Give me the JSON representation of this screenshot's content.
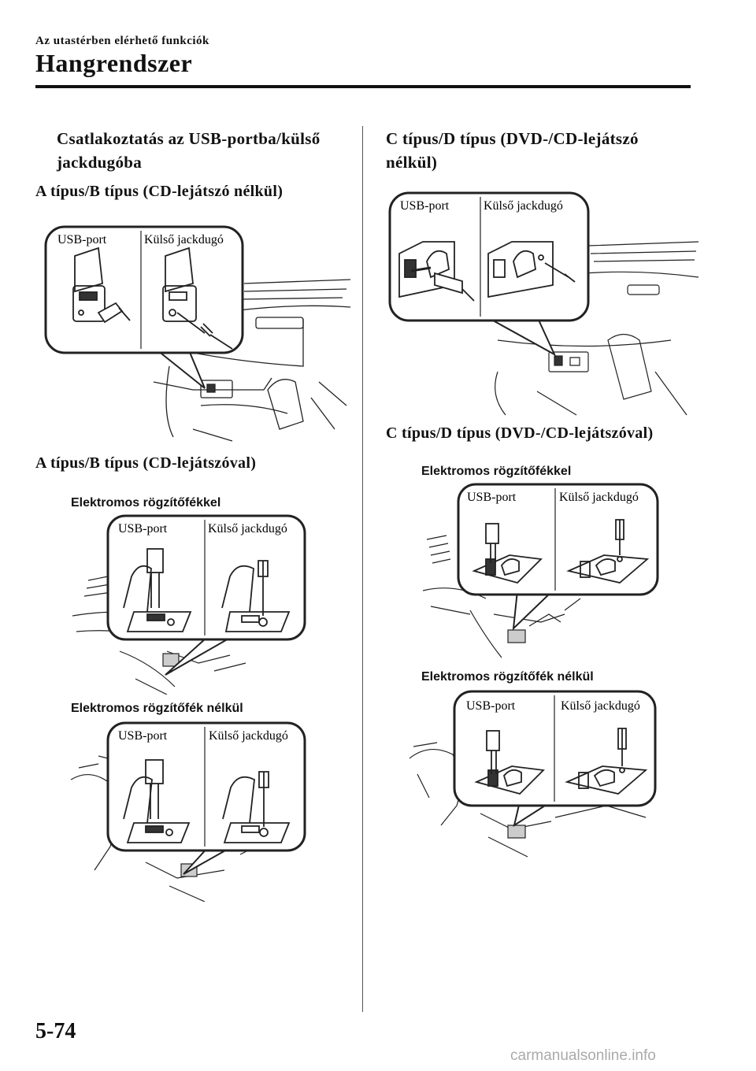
{
  "header": {
    "section": "Az utastérben elérhető funkciók",
    "title": "Hangrendszer"
  },
  "left": {
    "heading_line1": "Csatlakoztatás az USB-portba/külső",
    "heading_line2": "jackdugóba",
    "sub1": "A típus/B típus (CD-lejátszó nélkül)",
    "sub2": "A típus/B típus (CD-lejátszóval)",
    "caption_with": "Elektromos rögzítőfékkel",
    "caption_without": "Elektromos rögzítőfék nélkül"
  },
  "right": {
    "heading_line1": "C típus/D típus (DVD-/CD-lejátszó",
    "heading_line2": "nélkül)",
    "sub2": "C típus/D típus (DVD-/CD-lejátszóval)",
    "caption_with": "Elektromos rögzítőfékkel",
    "caption_without": "Elektromos rögzítőfék nélkül"
  },
  "labels": {
    "usb": "USB-port",
    "jack": "Külső jackdugó"
  },
  "footer": {
    "page_number": "5-74",
    "watermark": "carmanualsonline.info"
  }
}
